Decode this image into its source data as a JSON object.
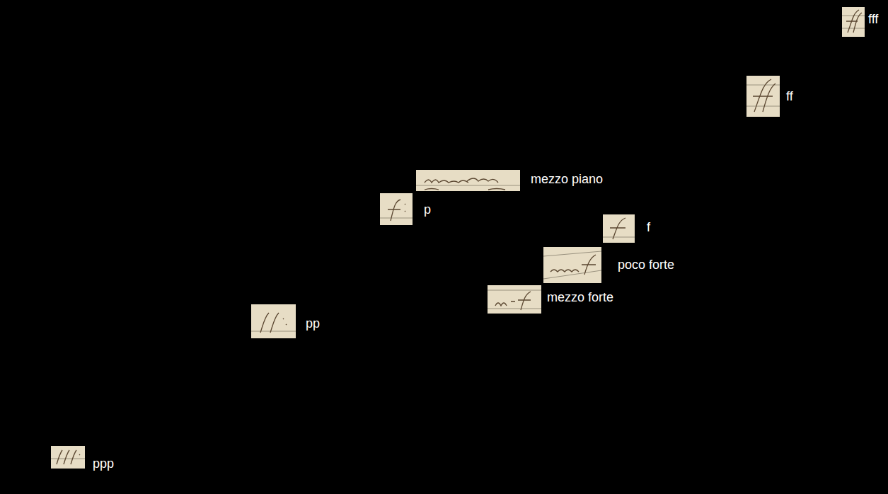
{
  "diagram": {
    "labels": [
      "fff",
      "ff",
      "mezzo piano",
      "p",
      "f",
      "poco forte",
      "mezzo forte",
      "pp",
      "ppp"
    ]
  }
}
